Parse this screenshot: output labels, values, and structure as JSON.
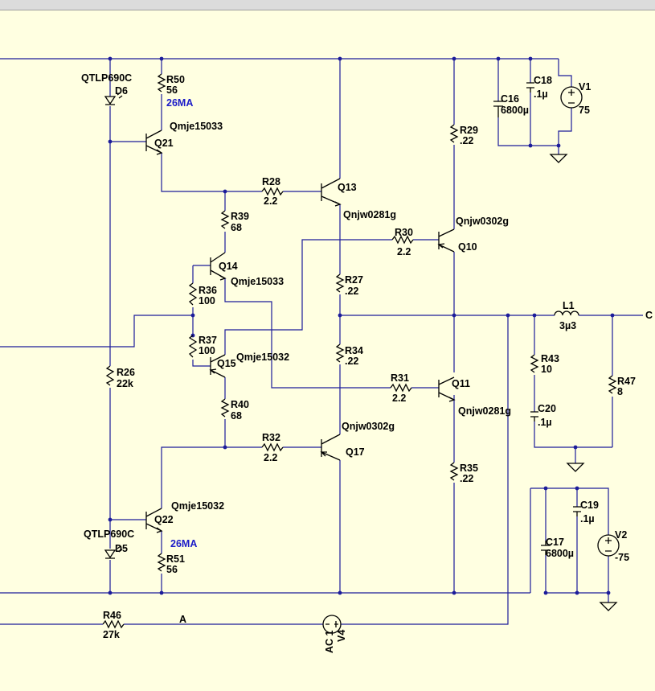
{
  "components": {
    "D6": {
      "ref": "D6",
      "model": "QTLP690C"
    },
    "D5": {
      "ref": "D5",
      "model": "QTLP690C"
    },
    "R50": {
      "ref": "R50",
      "value": "56",
      "note": "26MA"
    },
    "R51": {
      "ref": "R51",
      "value": "56",
      "note": "26MA"
    },
    "Q21": {
      "ref": "Q21",
      "model": "Qmje15033"
    },
    "Q22": {
      "ref": "Q22",
      "model": "Qmje15032"
    },
    "Q13": {
      "ref": "Q13",
      "model": "Qnjw0281g"
    },
    "Q10": {
      "ref": "Q10",
      "model": "Qnjw0302g"
    },
    "Q14": {
      "ref": "Q14",
      "model": "Qmje15033"
    },
    "Q15": {
      "ref": "Q15",
      "model": "Qmje15032"
    },
    "Q11": {
      "ref": "Q11",
      "model": "Qnjw0281g"
    },
    "Q17": {
      "ref": "Q17",
      "model": "Qnjw0302g"
    },
    "R28": {
      "ref": "R28",
      "value": "2.2"
    },
    "R30": {
      "ref": "R30",
      "value": "2.2"
    },
    "R31": {
      "ref": "R31",
      "value": "2.2"
    },
    "R32": {
      "ref": "R32",
      "value": "2.2"
    },
    "R39": {
      "ref": "R39",
      "value": "68"
    },
    "R40": {
      "ref": "R40",
      "value": "68"
    },
    "R36": {
      "ref": "R36",
      "value": "100"
    },
    "R37": {
      "ref": "R37",
      "value": "100"
    },
    "R26": {
      "ref": "R26",
      "value": "22k"
    },
    "R27": {
      "ref": "R27",
      "value": ".22"
    },
    "R34": {
      "ref": "R34",
      "value": ".22"
    },
    "R29": {
      "ref": "R29",
      "value": ".22"
    },
    "R35": {
      "ref": "R35",
      "value": ".22"
    },
    "R43": {
      "ref": "R43",
      "value": "10"
    },
    "R47": {
      "ref": "R47",
      "value": "8"
    },
    "R46": {
      "ref": "R46",
      "value": "27k"
    },
    "C16": {
      "ref": "C16",
      "value": "6800µ"
    },
    "C17": {
      "ref": "C17",
      "value": "6800µ"
    },
    "C18": {
      "ref": "C18",
      "value": ".1µ"
    },
    "C19": {
      "ref": "C19",
      "value": ".1µ"
    },
    "C20": {
      "ref": "C20",
      "value": ".1µ"
    },
    "L1": {
      "ref": "L1",
      "value": "3µ3"
    },
    "V1": {
      "ref": "V1",
      "value": "75"
    },
    "V2": {
      "ref": "V2",
      "value": "-75"
    },
    "V4": {
      "ref": "V4",
      "value": "AC 1"
    }
  },
  "nets": {
    "A": "A",
    "out": "C"
  },
  "colors": {
    "background": "#ffffe1",
    "wire": "#1c1c9a",
    "component": "#000000",
    "note": "#1c1cc8"
  }
}
